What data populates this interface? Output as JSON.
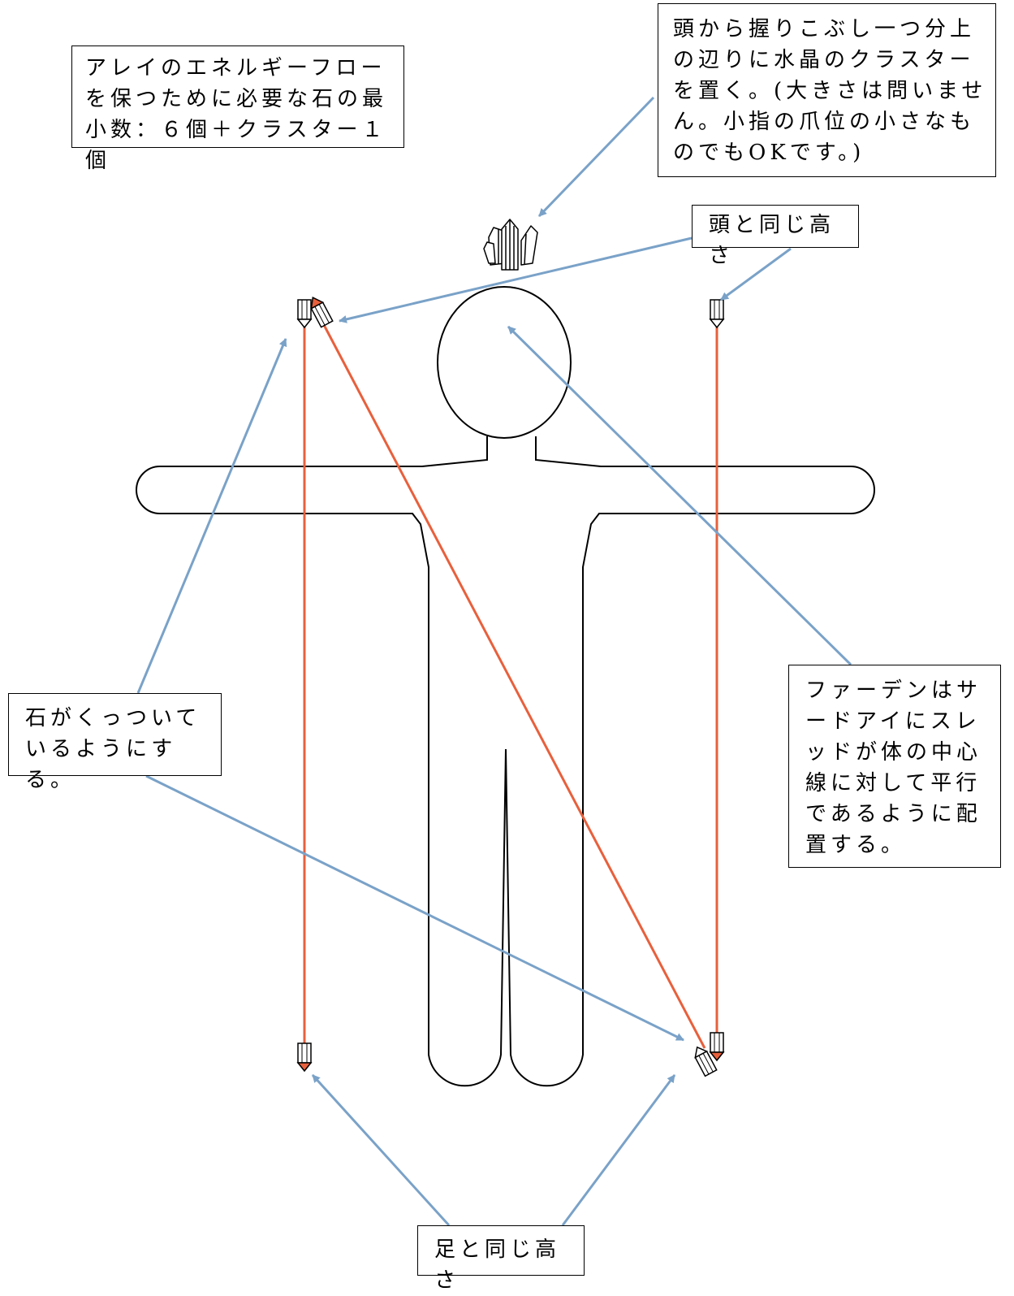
{
  "callouts": {
    "min_stones": "アレイのエネルギーフローを保つために必要な石の最小数：６個＋クラスター１個",
    "cluster_placement": "頭から握りこぶし一つ分上の辺りに水晶のクラスターを置く。(大きさは問いません。小指の爪位の小さなものでもOKです。)",
    "head_height": "頭と同じ高さ",
    "stones_attached": "石がくっついているようにする。",
    "faden_placement": "ファーデンはサードアイにスレッドが体の中心線に対して平行であるように配置する。",
    "foot_height": "足と同じ高さ"
  },
  "colors": {
    "thread": "#e8603c",
    "arrow": "#7aa2c8",
    "outline": "#000000"
  },
  "icons": [
    "crystal-cluster-icon",
    "crystal-point-icon",
    "human-body-outline"
  ]
}
